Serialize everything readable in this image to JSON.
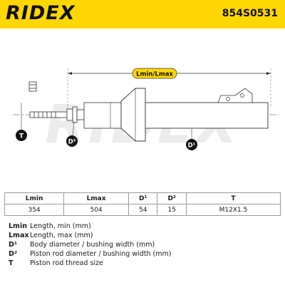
{
  "header": {
    "brand": "RIDEX",
    "part_number": "854S0531"
  },
  "drawing": {
    "dimension_label": "Lmin/Lmax",
    "callouts": {
      "t": "T",
      "d2": "D²",
      "d1": "D¹"
    },
    "watermark": "RIDEX"
  },
  "table": {
    "headers": [
      "Lmin",
      "Lmax",
      "D¹",
      "D²",
      "T"
    ],
    "values": [
      "354",
      "504",
      "54",
      "15",
      "M12X1.5"
    ]
  },
  "legend": [
    {
      "key": "Lmin",
      "desc": "Length, min (mm)"
    },
    {
      "key": "Lmax",
      "desc": "Length, max (mm)"
    },
    {
      "key": "D¹",
      "desc": "Body diameter / bushing width (mm)"
    },
    {
      "key": "D²",
      "desc": "Piston rod diameter / bushing width (mm)"
    },
    {
      "key": "T",
      "desc": "Piston rod thread size"
    }
  ],
  "colors": {
    "header_bg": "#ffd700",
    "label_bg": "#ffd700",
    "callout_bg": "#111111"
  }
}
